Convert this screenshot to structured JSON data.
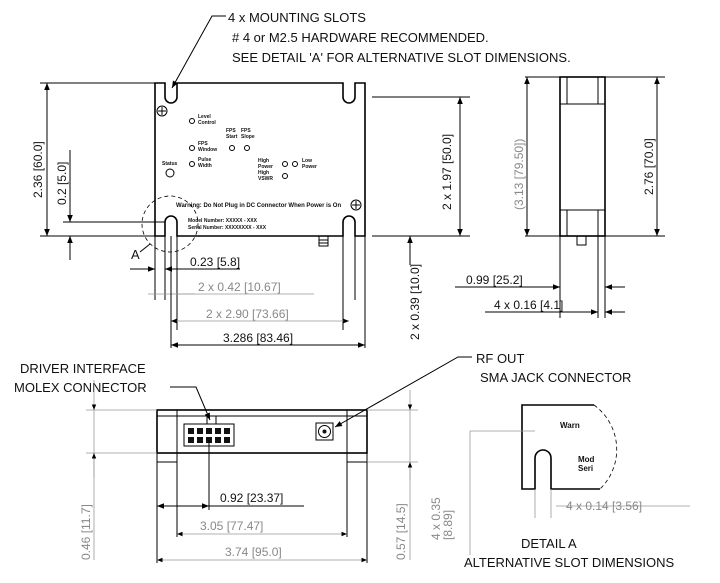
{
  "notes": {
    "slots_1": "4 x MOUNTING SLOTS",
    "slots_2": "# 4 or M2.5 HARDWARE RECOMMENDED.",
    "slots_3": "SEE DETAIL 'A' FOR ALTERNATIVE SLOT DIMENSIONS.",
    "driver_1": "DRIVER INTERFACE",
    "driver_2": "MOLEX CONNECTOR",
    "rf_1": "RF OUT",
    "rf_2": "SMA JACK CONNECTOR",
    "detail_title": "DETAIL A",
    "detail_sub": "ALTERNATIVE SLOT DIMENSIONS",
    "detail_marker": "A"
  },
  "panel": {
    "level": [
      "Level",
      "Control"
    ],
    "fps_window": [
      "FPS",
      "Window"
    ],
    "fps_start": [
      "FPS",
      "Start"
    ],
    "fps_slope": [
      "FPS",
      "Slope"
    ],
    "status": "Status",
    "pulse": [
      "Pulse",
      "Width"
    ],
    "high_power": [
      "High",
      "Power"
    ],
    "low_power": [
      "Low",
      "Power"
    ],
    "high_vswr": [
      "High",
      "VSWR"
    ],
    "warning": "Warning: Do Not Plug in DC Connector When Power is On",
    "model": "Model Number: XXXXX - XXX",
    "serial": "Serial Number: XXXXXXXX - XXX",
    "detail_warn": "Warn",
    "detail_model": "Mod",
    "detail_serial": "Seri"
  },
  "dimensions": {
    "top_height": "2.36 [60.0]",
    "slot_y": "0.2 [5.0]",
    "slot_pitch_v": "2 x 1.97 [50.0]",
    "slot_offset_v": "2 x 0.39 [10.0]",
    "slot_x": "0.23 [5.8]",
    "slot_width": "2 x 0.42 [10.67]",
    "slot_pitch_h": "2 x 2.90 [73.66]",
    "overall_width": "3.286 [83.46]",
    "side_inner": "(3.13 [79.50])",
    "side_height": "2.76 [70.0]",
    "side_depth": "0.99 [25.2]",
    "side_flange": "4 x 0.16 [4.1]",
    "front_height": "0.46 [11.7]",
    "front_total": "0.57 [14.5]",
    "connector_x": "0.92 [23.37]",
    "front_inner": "3.05 [77.47]",
    "front_overall": "3.74 [95.0]",
    "detail_v": [
      "4 x 0.35",
      "[8.89]"
    ],
    "detail_h": "4 x 0.14 [3.56]"
  }
}
